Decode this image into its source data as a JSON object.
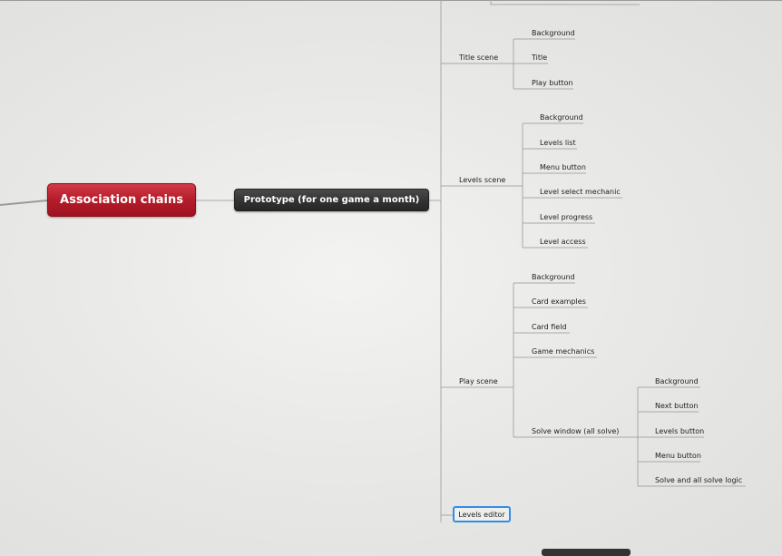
{
  "map": {
    "root": "Association chains",
    "main": "Prototype (for one game a month)",
    "title_scene": {
      "label": "Title scene",
      "children": [
        "Background",
        "Title",
        "Play button"
      ]
    },
    "levels_scene": {
      "label": "Levels scene",
      "children": [
        "Background",
        "Levels list",
        "Menu button",
        "Level select mechanic",
        "Level progress",
        "Level access"
      ]
    },
    "play_scene": {
      "label": "Play scene",
      "children": [
        "Background",
        "Card examples",
        "Card field",
        "Game mechanics",
        "Solve window (all solve)"
      ],
      "solve_window": {
        "children": [
          "Background",
          "Next button",
          "Levels button",
          "Menu button",
          "Solve and all solve logic"
        ]
      }
    },
    "levels_editor": "Levels editor"
  },
  "colors": {
    "root_fill": "#b51c2a",
    "main_fill": "#333333",
    "selection": "#2f8fe8",
    "line": "#a7a7a7"
  }
}
